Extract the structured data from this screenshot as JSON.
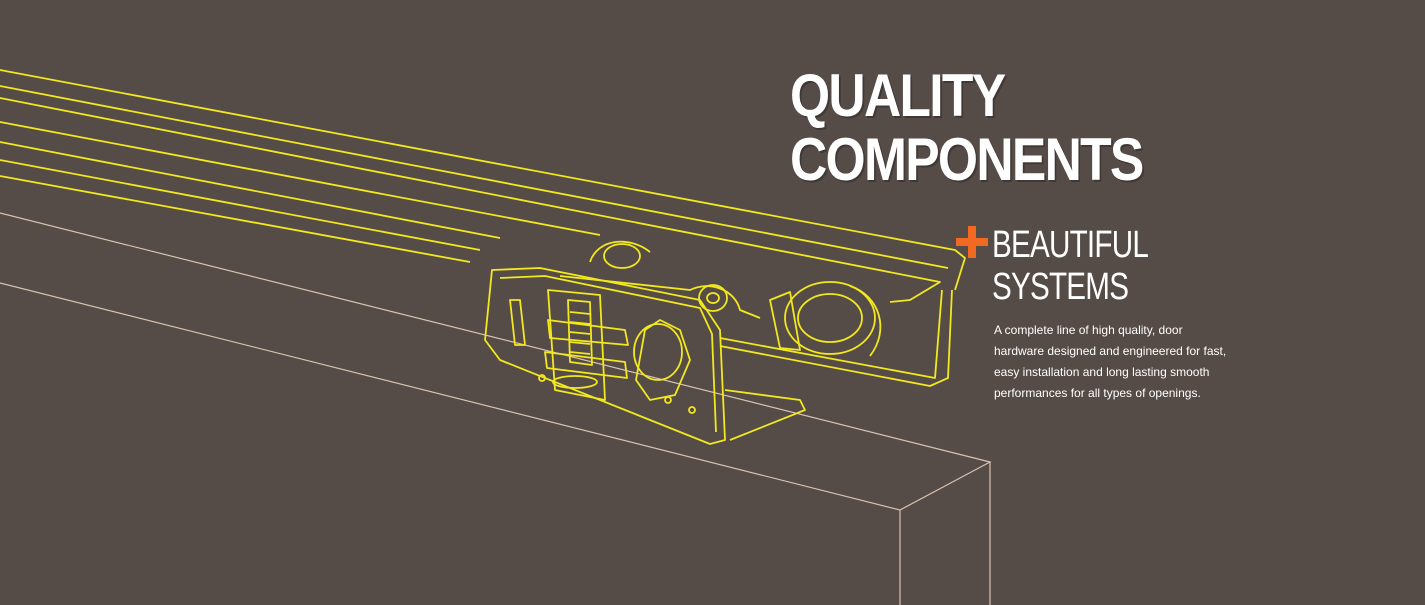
{
  "headline": {
    "line1": "QUALITY",
    "line2": "COMPONENTS",
    "sub_line1": "BEAUTIFUL",
    "sub_line2": "SYSTEMS"
  },
  "description": "A complete line of high quality, door hardware designed and engineered for fast, easy installation and long lasting smooth performances for all types of openings.",
  "colors": {
    "background": "#554b47",
    "outline": "#f2e81e",
    "door_line": "#d9c3b0",
    "accent": "#f26a21",
    "text": "#ffffff"
  },
  "icons": {
    "plus": "plus-icon"
  }
}
